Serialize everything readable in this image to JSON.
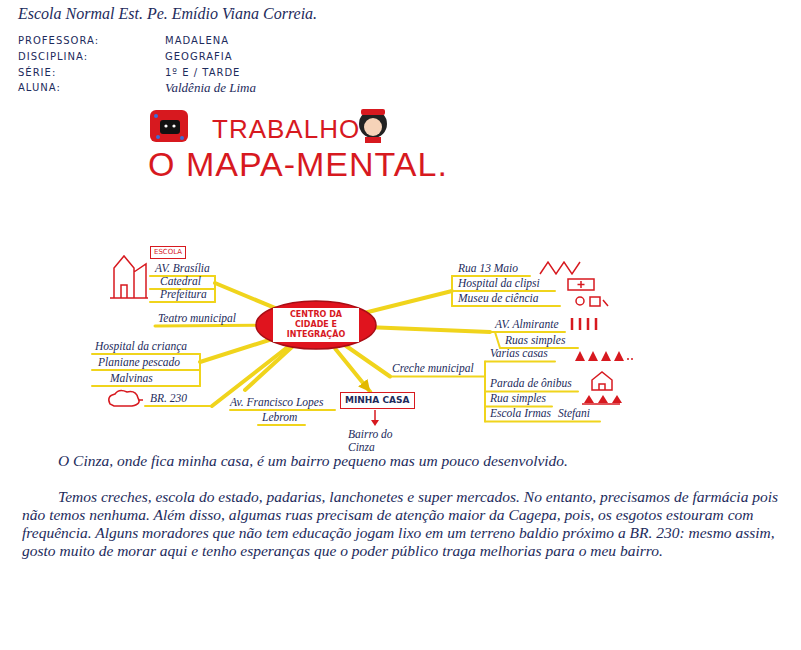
{
  "diagram": {
    "title": "O MAPA-MENTAL.",
    "nodes": [
      {
        "text": [
          "CENTRO DA CIDADE E INTEGRAÇÃO"
        ]
      },
      {
        "text": [
          "MINHA CASA"
        ]
      },
      {
        "text": [
          "ESCOLA"
        ]
      }
    ],
    "edges": [
      {
        "from": 0,
        "to": 1,
        "arrow": "to"
      }
    ],
    "labels": [
      "Escola Normal Est. Pe. Emídio Viana Correia.",
      "PROFESSORA:",
      "MADALENA",
      "DISCIPLINA:",
      "GEOGRAFIA",
      "SÉRIE:",
      "1º E / TARDE",
      "ALUNA:",
      "Valdênia de Lima",
      "TRABALHO",
      "AV. Brasília",
      "Catedral",
      "Prefeitura",
      "Teatro municipal",
      "Hospital da criança",
      "Planiane pescado",
      "Malvinas",
      "BR. 230",
      "Av. Francisco Lopes",
      "Lebrom",
      "Bairro do Cinza",
      "Rua 13 Maio",
      "Hospital da clipsi",
      "Museu de ciência",
      "AV. Almirante",
      "Ruas simples",
      "Varias casas",
      "Creche municipal",
      "Parada de ônibus",
      "Rua simples",
      "Escola Irmas",
      "Stefani",
      "O Cinza, onde fica minha casa, é um bairro pequeno mas um pouco desenvolvido.",
      "Temos creches, escola do estado, padarias, lanchonetes e super mercados. No entanto, precisamos de farmácia pois não temos nenhuma. Além disso, algumas ruas precisam de atenção maior da Cagepa, pois, os esgotos estouram com frequência. Alguns moradores que não tem educação jogam lixo em um terreno baldio próximo a BR. 230: mesmo assim, gosto muito de morar aqui e tenho esperanças que o poder público traga melhorias para o meu bairro."
    ]
  }
}
